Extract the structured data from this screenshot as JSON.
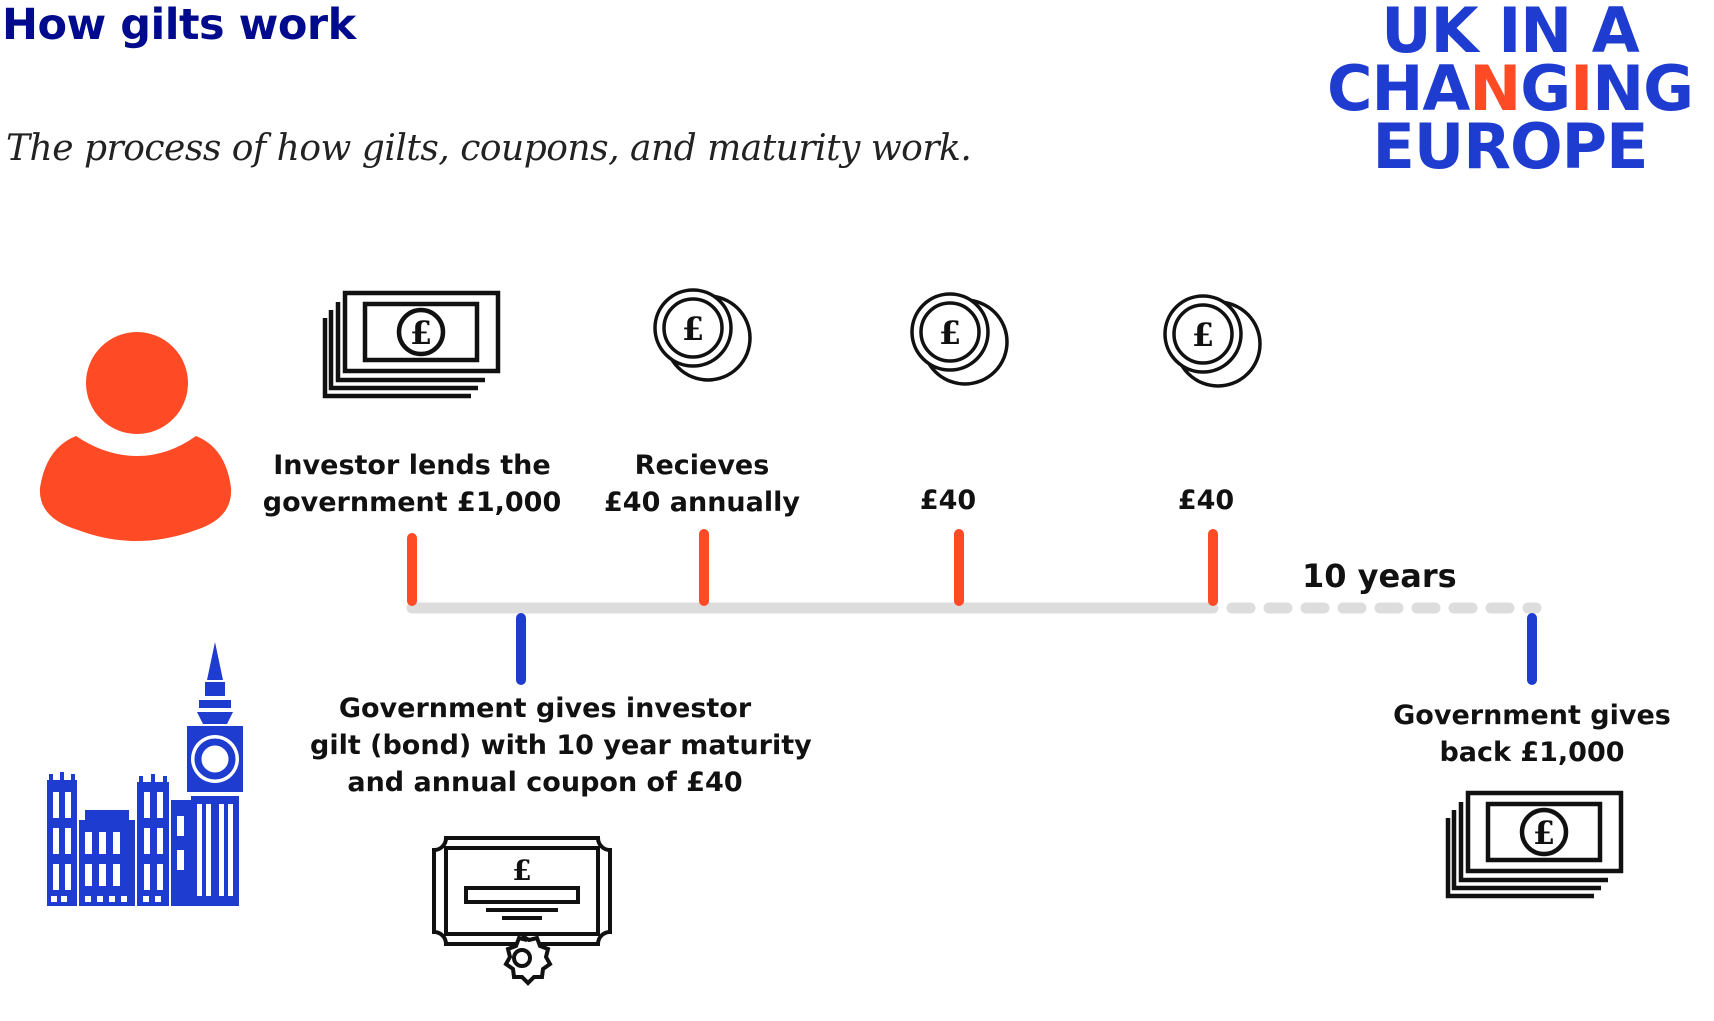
{
  "header": {
    "title": "How gilts work",
    "subtitle": "The process of how gilts, coupons, and maturity work."
  },
  "logo": {
    "line1": "UK IN A",
    "line2_a": "CH",
    "line2_b": "A",
    "line2_c": "N",
    "line2_d": "G",
    "line2_e": "I",
    "line2_f": "NG",
    "line3": "EUROPE"
  },
  "steps": {
    "lend": {
      "line1": "Investor lends the",
      "line2": "government £1,000"
    },
    "receive": {
      "line1": "Recieves",
      "line2": "£40 annually"
    },
    "coupon2": "£40",
    "coupon3": "£40",
    "gilt": {
      "line1": "Government gives investor",
      "line2": "gilt (bond) with 10 year maturity",
      "line3": "and annual coupon of £40"
    },
    "repay": {
      "line1": "Government gives",
      "line2": "back £1,000"
    }
  },
  "duration_label": "10 years",
  "icons": {
    "investor": "person-icon",
    "government": "parliament-icon",
    "money": "banknote-stack-icon",
    "coins": "coins-icon",
    "certificate": "gilt-certificate-icon",
    "pound_symbol": "£"
  },
  "colors": {
    "title": "#000a8c",
    "logo_blue": "#1e3ccf",
    "accent_orange": "#ff4b25",
    "government_blue": "#1e3ccf",
    "timeline_grey": "#dddddd"
  }
}
